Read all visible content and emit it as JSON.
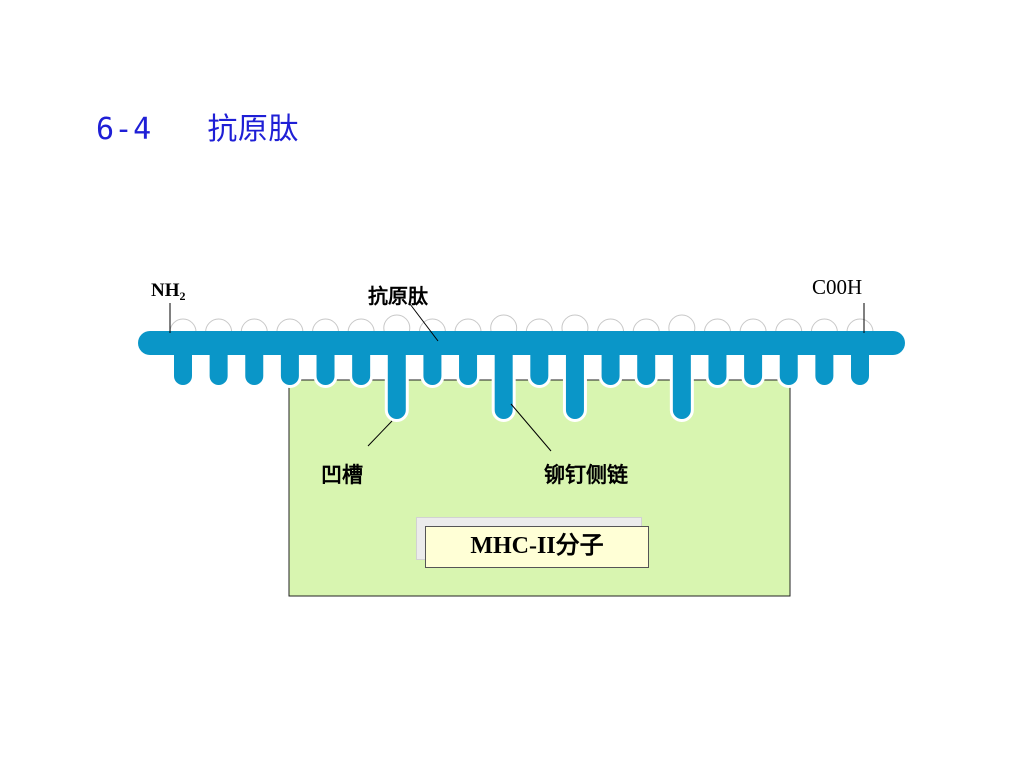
{
  "slide": {
    "title": "6-4   抗原肽"
  },
  "diagram": {
    "n_terminus": {
      "main": "NH",
      "sub": "2"
    },
    "c_terminus": "C00H",
    "peptide_label": "抗原肽",
    "groove_label": "凹槽",
    "anchor_label": "铆钉侧链",
    "mhc_label": "MHC-II分子"
  },
  "colors": {
    "title": "#1f1fd6",
    "peptide": "#0a96c8",
    "mhc_molecule": "#d8f5b0",
    "mhc_label_box": "#ffffd6"
  },
  "peptide": {
    "residue_count": 20,
    "anchor_residue_positions": [
      7,
      10,
      12,
      15
    ]
  }
}
